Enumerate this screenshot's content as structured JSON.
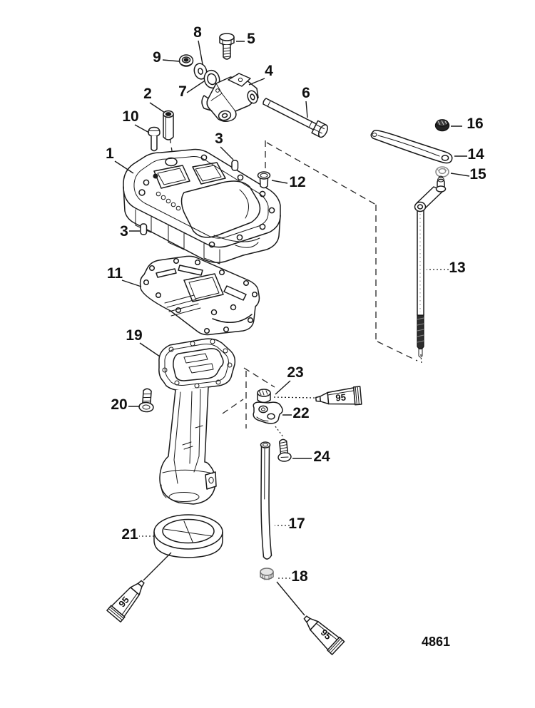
{
  "figure": {
    "drawing_number": "4861",
    "sealant_label": "95"
  },
  "callouts": {
    "n1": "1",
    "n2": "2",
    "n3a": "3",
    "n3b": "3",
    "n4": "4",
    "n5": "5",
    "n6": "6",
    "n7": "7",
    "n8": "8",
    "n9": "9",
    "n10": "10",
    "n11": "11",
    "n12": "12",
    "n13": "13",
    "n14": "14",
    "n15": "15",
    "n16": "16",
    "n17": "17",
    "n18": "18",
    "n19": "19",
    "n20": "20",
    "n21": "21",
    "n22": "22",
    "n23": "23",
    "n24": "24"
  }
}
